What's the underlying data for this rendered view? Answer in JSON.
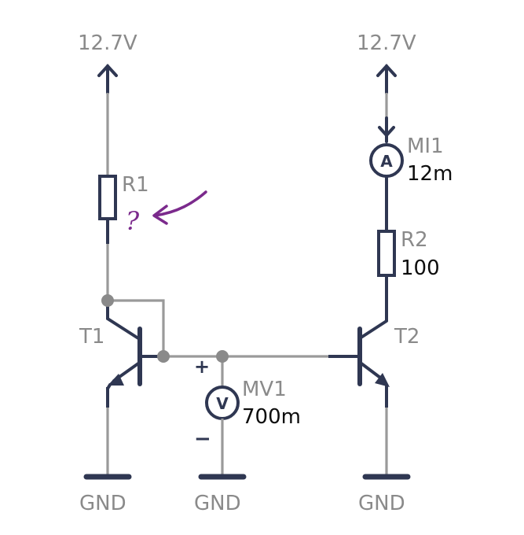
{
  "supply": {
    "left_label": "12.7V",
    "right_label": "12.7V"
  },
  "components": {
    "r1": {
      "name": "R1",
      "value": "?"
    },
    "r2": {
      "name": "R2",
      "value": "100"
    },
    "mi1": {
      "name": "MI1",
      "value": "12m",
      "symbol": "A"
    },
    "mv1": {
      "name": "MV1",
      "value": "700m",
      "symbol": "V",
      "plus": "+",
      "minus": "−"
    },
    "t1": {
      "name": "T1"
    },
    "t2": {
      "name": "T2"
    }
  },
  "ground": {
    "left_label": "GND",
    "middle_label": "GND",
    "right_label": "GND"
  },
  "colors": {
    "wire_active": "#2f3752",
    "wire_inactive": "#9a9a9a",
    "annotation": "#7b2a8c",
    "node": "#8a8a8a"
  },
  "icons": {
    "supply": "up-arrow-icon",
    "ground": "ground-bar-icon",
    "annotation": "curved-arrow-icon"
  }
}
